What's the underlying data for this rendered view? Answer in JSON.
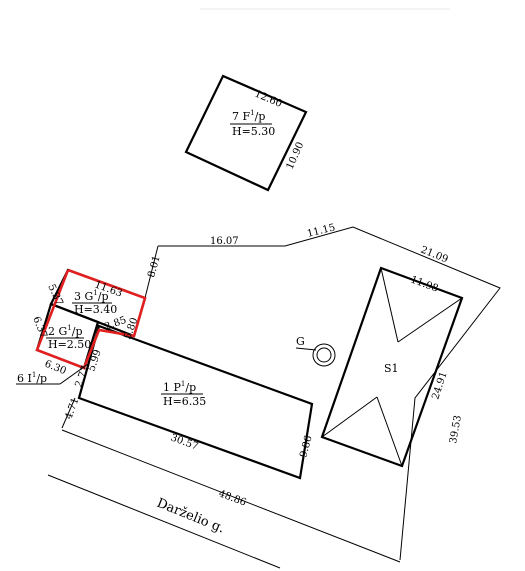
{
  "buildings": {
    "b7": {
      "label": "7 F",
      "sup": "1",
      "tail": "/p",
      "height": "H=5.30",
      "dim_top": "12.60",
      "dim_side": "10.90"
    },
    "b3": {
      "label": "3 G",
      "sup": "1",
      "tail": "/p",
      "height": "H=3.40",
      "dim_top": "11.63",
      "dim_left": "5.37",
      "dim_right": "5.80"
    },
    "b2": {
      "label": "2 G",
      "sup": "1",
      "tail": "/p",
      "height": "H=2.50",
      "dim_left": "6.37",
      "dim_bottom": "6.30",
      "dim_right": "5.99",
      "dim_step": "2.85"
    },
    "b1": {
      "label": "1 P",
      "sup": "1",
      "tail": "/p",
      "height": "H=6.35",
      "dim_bottom": "30.57",
      "dim_right": "9.86",
      "dim_left": "4.71",
      "dim_small": "2.77"
    },
    "b6": {
      "label": "6 I",
      "sup": "1",
      "tail": "/p"
    }
  },
  "plot": {
    "dim_top1": "16.07",
    "dim_top2": "11.15",
    "dim_top3": "21.09",
    "dim_left_top": "8.01",
    "dim_right": "39.53",
    "dim_bottom": "48.86"
  },
  "s1": {
    "label": "S1",
    "dim_top": "11.98",
    "dim_right": "24.91"
  },
  "well": {
    "label": "G"
  },
  "street": {
    "name": "Darželio g."
  }
}
